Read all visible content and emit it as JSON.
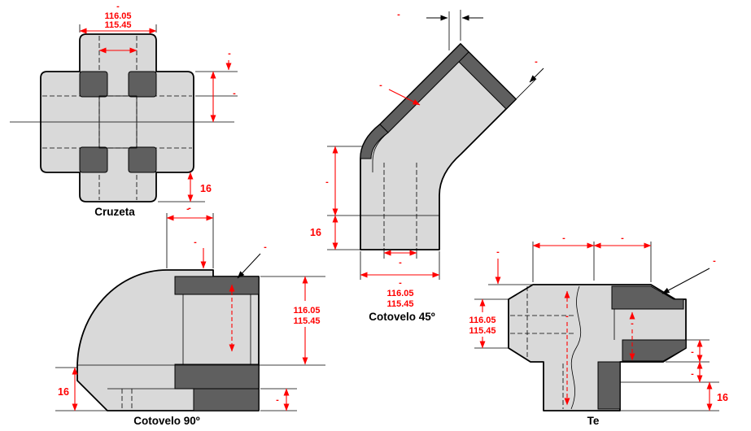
{
  "colors": {
    "dimension": "#ff0000",
    "body_fill": "#d9d9d9",
    "section_fill": "#5f5f5f",
    "outline": "#000000",
    "background": "#ffffff"
  },
  "figure": {
    "cruzeta": {
      "label": "Cruzeta",
      "bore_dash": "-",
      "width_max": "116.05",
      "width_min": "115.45",
      "right_top_dash": "-",
      "right_mid_dash": "-",
      "socket_depth": "16",
      "bottom_dash": "-"
    },
    "cotovelo45": {
      "label": "Cotovelo 45º",
      "top_dash": "-",
      "end_dash": "-",
      "branch_dash": "-",
      "side_dash": "-",
      "socket_depth": "16",
      "bore_dash": "-",
      "width_dash": "-",
      "width_max": "116.05",
      "width_min": "115.45"
    },
    "cotovelo90": {
      "label": "Cotovelo 90º",
      "top_dash": "-",
      "counterbore_dash": "-",
      "leader_dash": "-",
      "height_max": "116.05",
      "height_min": "115.45",
      "socket_depth": "16",
      "bottom_dash": "-"
    },
    "te": {
      "label": "Te",
      "top_left_dash": "-",
      "top_right_dash": "-",
      "left_dash": "-",
      "leader_dash": "-",
      "height_max": "116.05",
      "height_min": "115.45",
      "center_dash": "-",
      "bore_dash": "-",
      "right_upper_dash": "-",
      "right_lower_dash": "-",
      "socket_depth": "16"
    }
  }
}
